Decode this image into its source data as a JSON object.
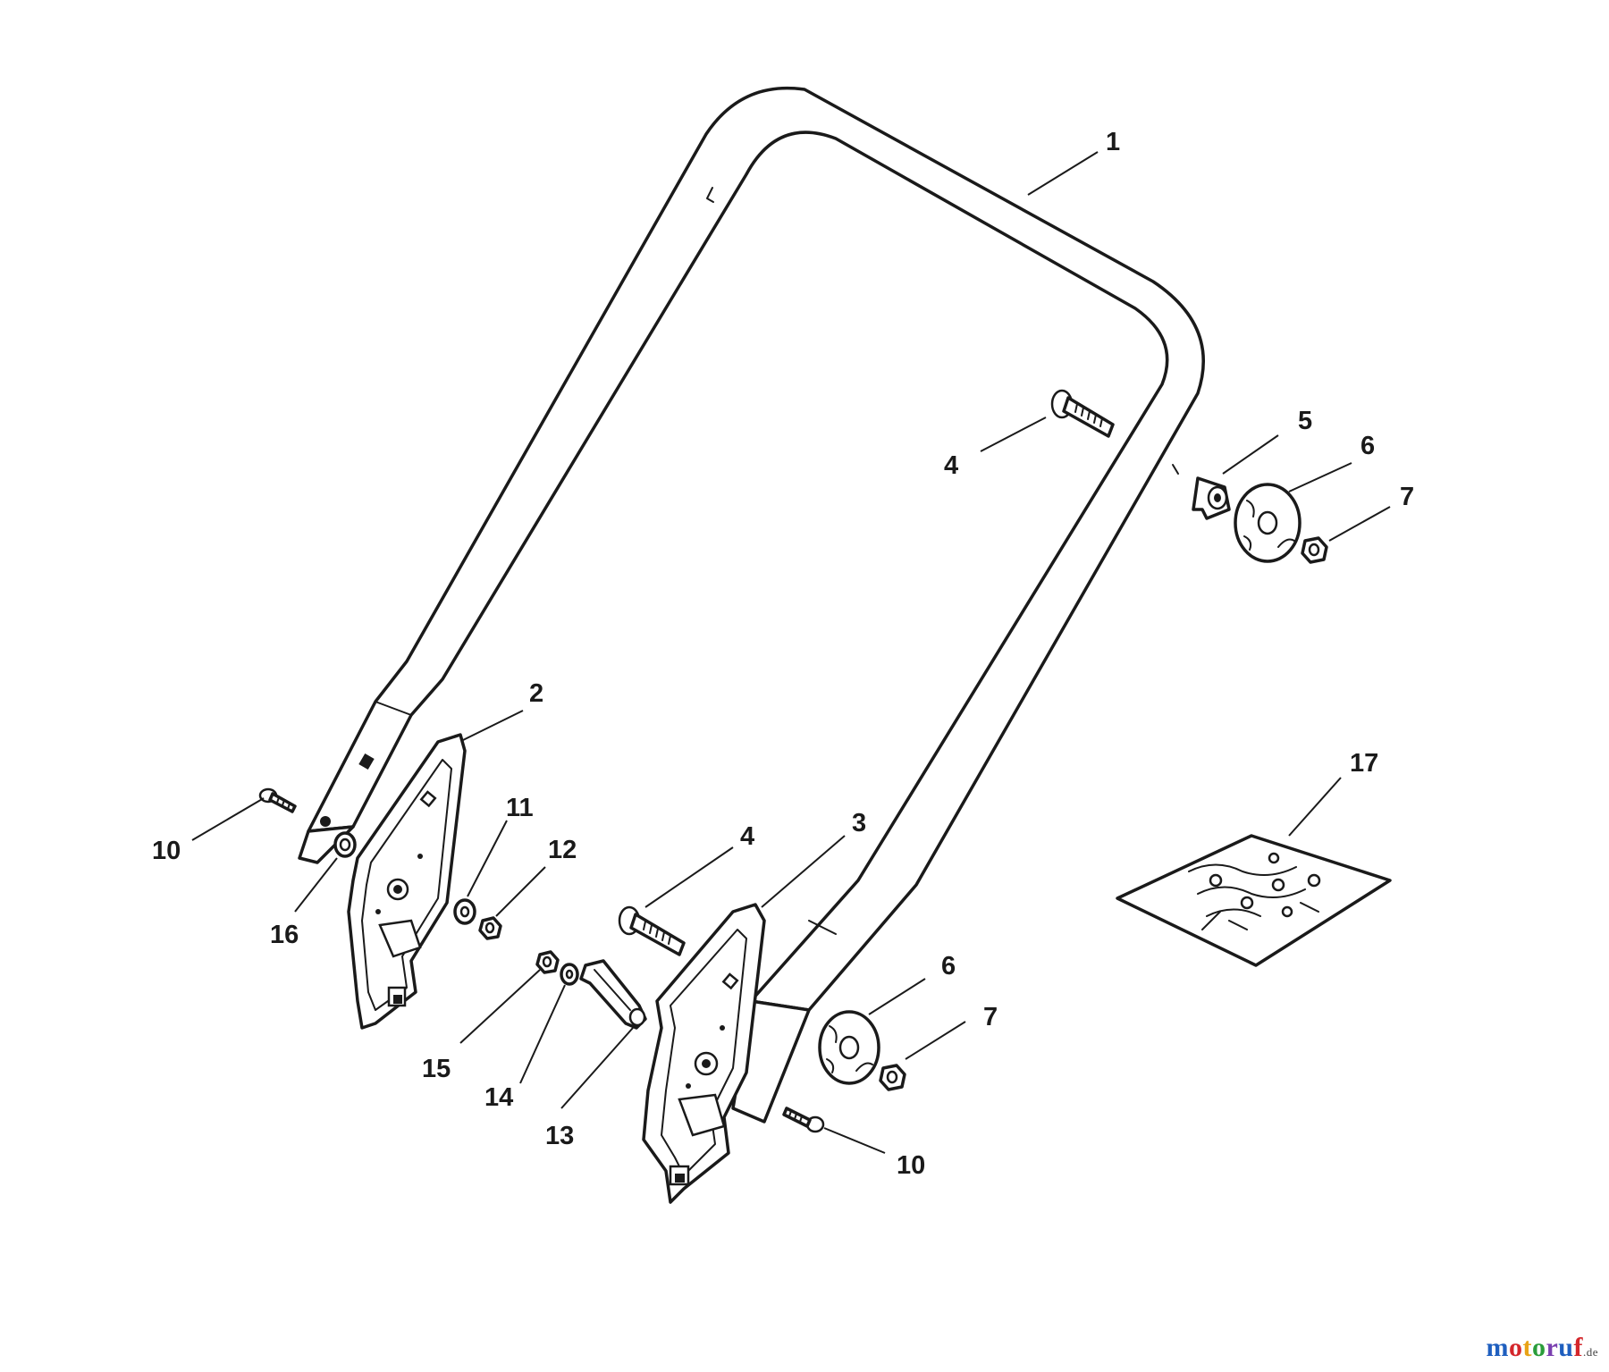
{
  "callouts": {
    "c1": "1",
    "c2": "2",
    "c3": "3",
    "c4a": "4",
    "c4b": "4",
    "c5": "5",
    "c6a": "6",
    "c6b": "6",
    "c7a": "7",
    "c7b": "7",
    "c10a": "10",
    "c10b": "10",
    "c11": "11",
    "c12": "12",
    "c13": "13",
    "c14": "14",
    "c15": "15",
    "c16": "16",
    "c17": "17"
  },
  "watermark": {
    "brand": "motoruf",
    "suffix": ".de",
    "colors": [
      "#1f5fbf",
      "#d4262b",
      "#e8a317",
      "#2a9d3a",
      "#7a3fb0"
    ]
  }
}
